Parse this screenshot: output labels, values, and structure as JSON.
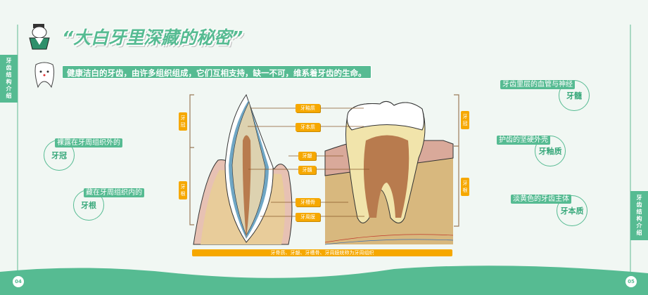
{
  "side_tab_left": "牙齿结构介绍",
  "side_tab_right": "牙齿结构介绍",
  "title": "“大白牙里深藏的秘密”",
  "subtitle": "健康洁白的牙齿，由许多组织组成，它们互相支持，缺一不可，维系着牙齿的生命。",
  "left_notes": [
    {
      "tag": "裸露在牙周组织外的",
      "name": "牙冠"
    },
    {
      "tag": "藏在牙周组织内的",
      "name": "牙根"
    }
  ],
  "right_notes": [
    {
      "tag": "牙齿里层的血管与神经",
      "name": "牙髓"
    },
    {
      "tag": "护齿的坚硬外壳",
      "name": "牙釉质"
    },
    {
      "tag": "淡黄色的牙齿主体",
      "name": "牙本质"
    }
  ],
  "diagram_labels": [
    "牙釉质",
    "牙本质",
    "牙龈",
    "牙髓",
    "牙槽骨",
    "牙周膜"
  ],
  "bracket_labels": {
    "crown": "牙冠",
    "root": "牙根"
  },
  "footer_note": "牙骨质、牙龈、牙槽骨、牙周膜统称为牙周组织",
  "page_left": "04",
  "page_right": "05",
  "colors": {
    "accent": "#56bb92",
    "orange": "#f6a800"
  }
}
